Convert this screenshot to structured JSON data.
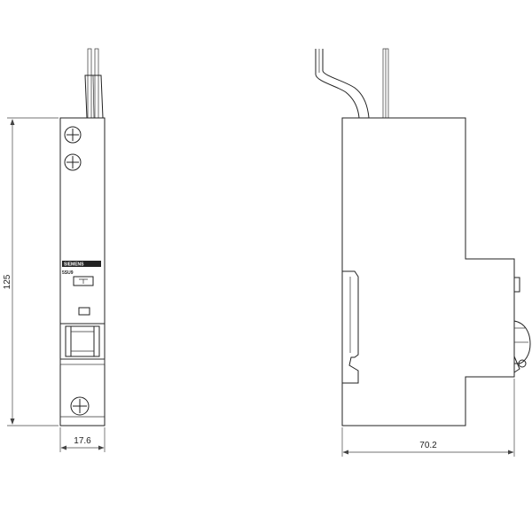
{
  "front_view": {
    "brand": "SIEMENS",
    "model": "5SU9"
  },
  "dimensions": {
    "height": "125",
    "front_width": "17.6",
    "side_depth": "70.2"
  },
  "colors": {
    "line": "#222222",
    "background": "#ffffff"
  }
}
